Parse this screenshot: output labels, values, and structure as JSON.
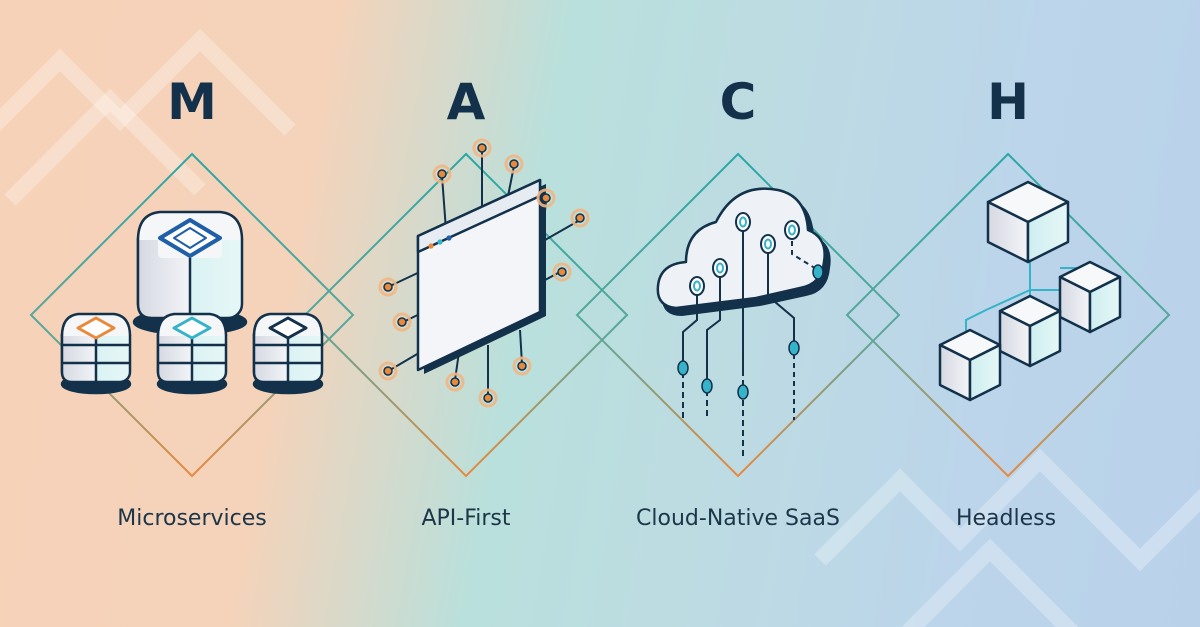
{
  "pillars": [
    {
      "letter": "M",
      "label": "Microservices",
      "icon": "server-stack-icon"
    },
    {
      "letter": "A",
      "label": "API-First",
      "icon": "api-window-icon"
    },
    {
      "letter": "C",
      "label": "Cloud-Native SaaS",
      "icon": "cloud-icon"
    },
    {
      "letter": "H",
      "label": "Headless",
      "icon": "cube-network-icon"
    }
  ],
  "colors": {
    "navy": "#13314a",
    "teal": "#2aa7a5",
    "orange": "#e8893c",
    "blue_accent": "#1f5ea8",
    "cyan_accent": "#35b3c8"
  }
}
